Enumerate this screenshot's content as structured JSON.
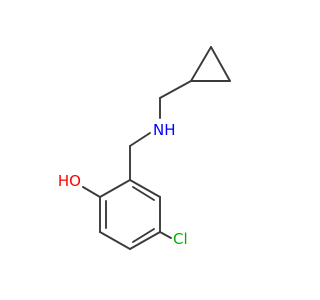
{
  "molecule": {
    "atoms": {
      "hydroxyl": {
        "text": "HO",
        "color": "#ff0000"
      },
      "amine": {
        "text": "NH",
        "color": "#0000ff"
      },
      "chlorine": {
        "text": "Cl",
        "color": "#00b000"
      }
    },
    "bond_color": "#3a3a3a"
  }
}
